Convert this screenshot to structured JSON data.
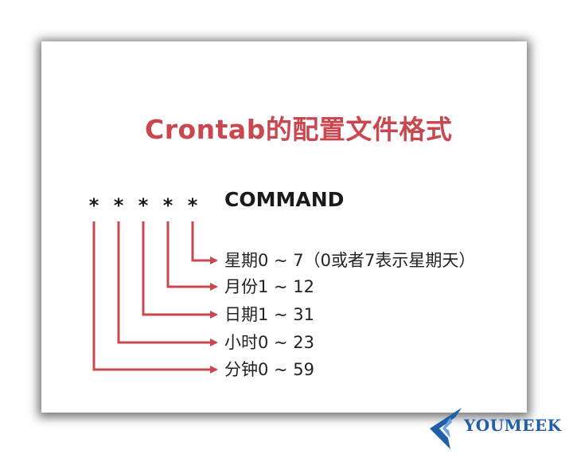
{
  "title": "Crontab的配置文件格式",
  "stars": [
    "*",
    "*",
    "*",
    "*",
    "*"
  ],
  "command": "COMMAND",
  "fields": [
    {
      "label": "星期0 ~ 7（0或者7表示星期天）"
    },
    {
      "label": "月份1 ~ 12"
    },
    {
      "label": "日期1 ~ 31"
    },
    {
      "label": "小时0 ~ 23"
    },
    {
      "label": "分钟0 ~ 59"
    }
  ],
  "logo": {
    "text": "YOUMEEK"
  },
  "colors": {
    "title": "#c9474f",
    "arrow": "#c9474f",
    "logo": "#1f5fa8"
  }
}
